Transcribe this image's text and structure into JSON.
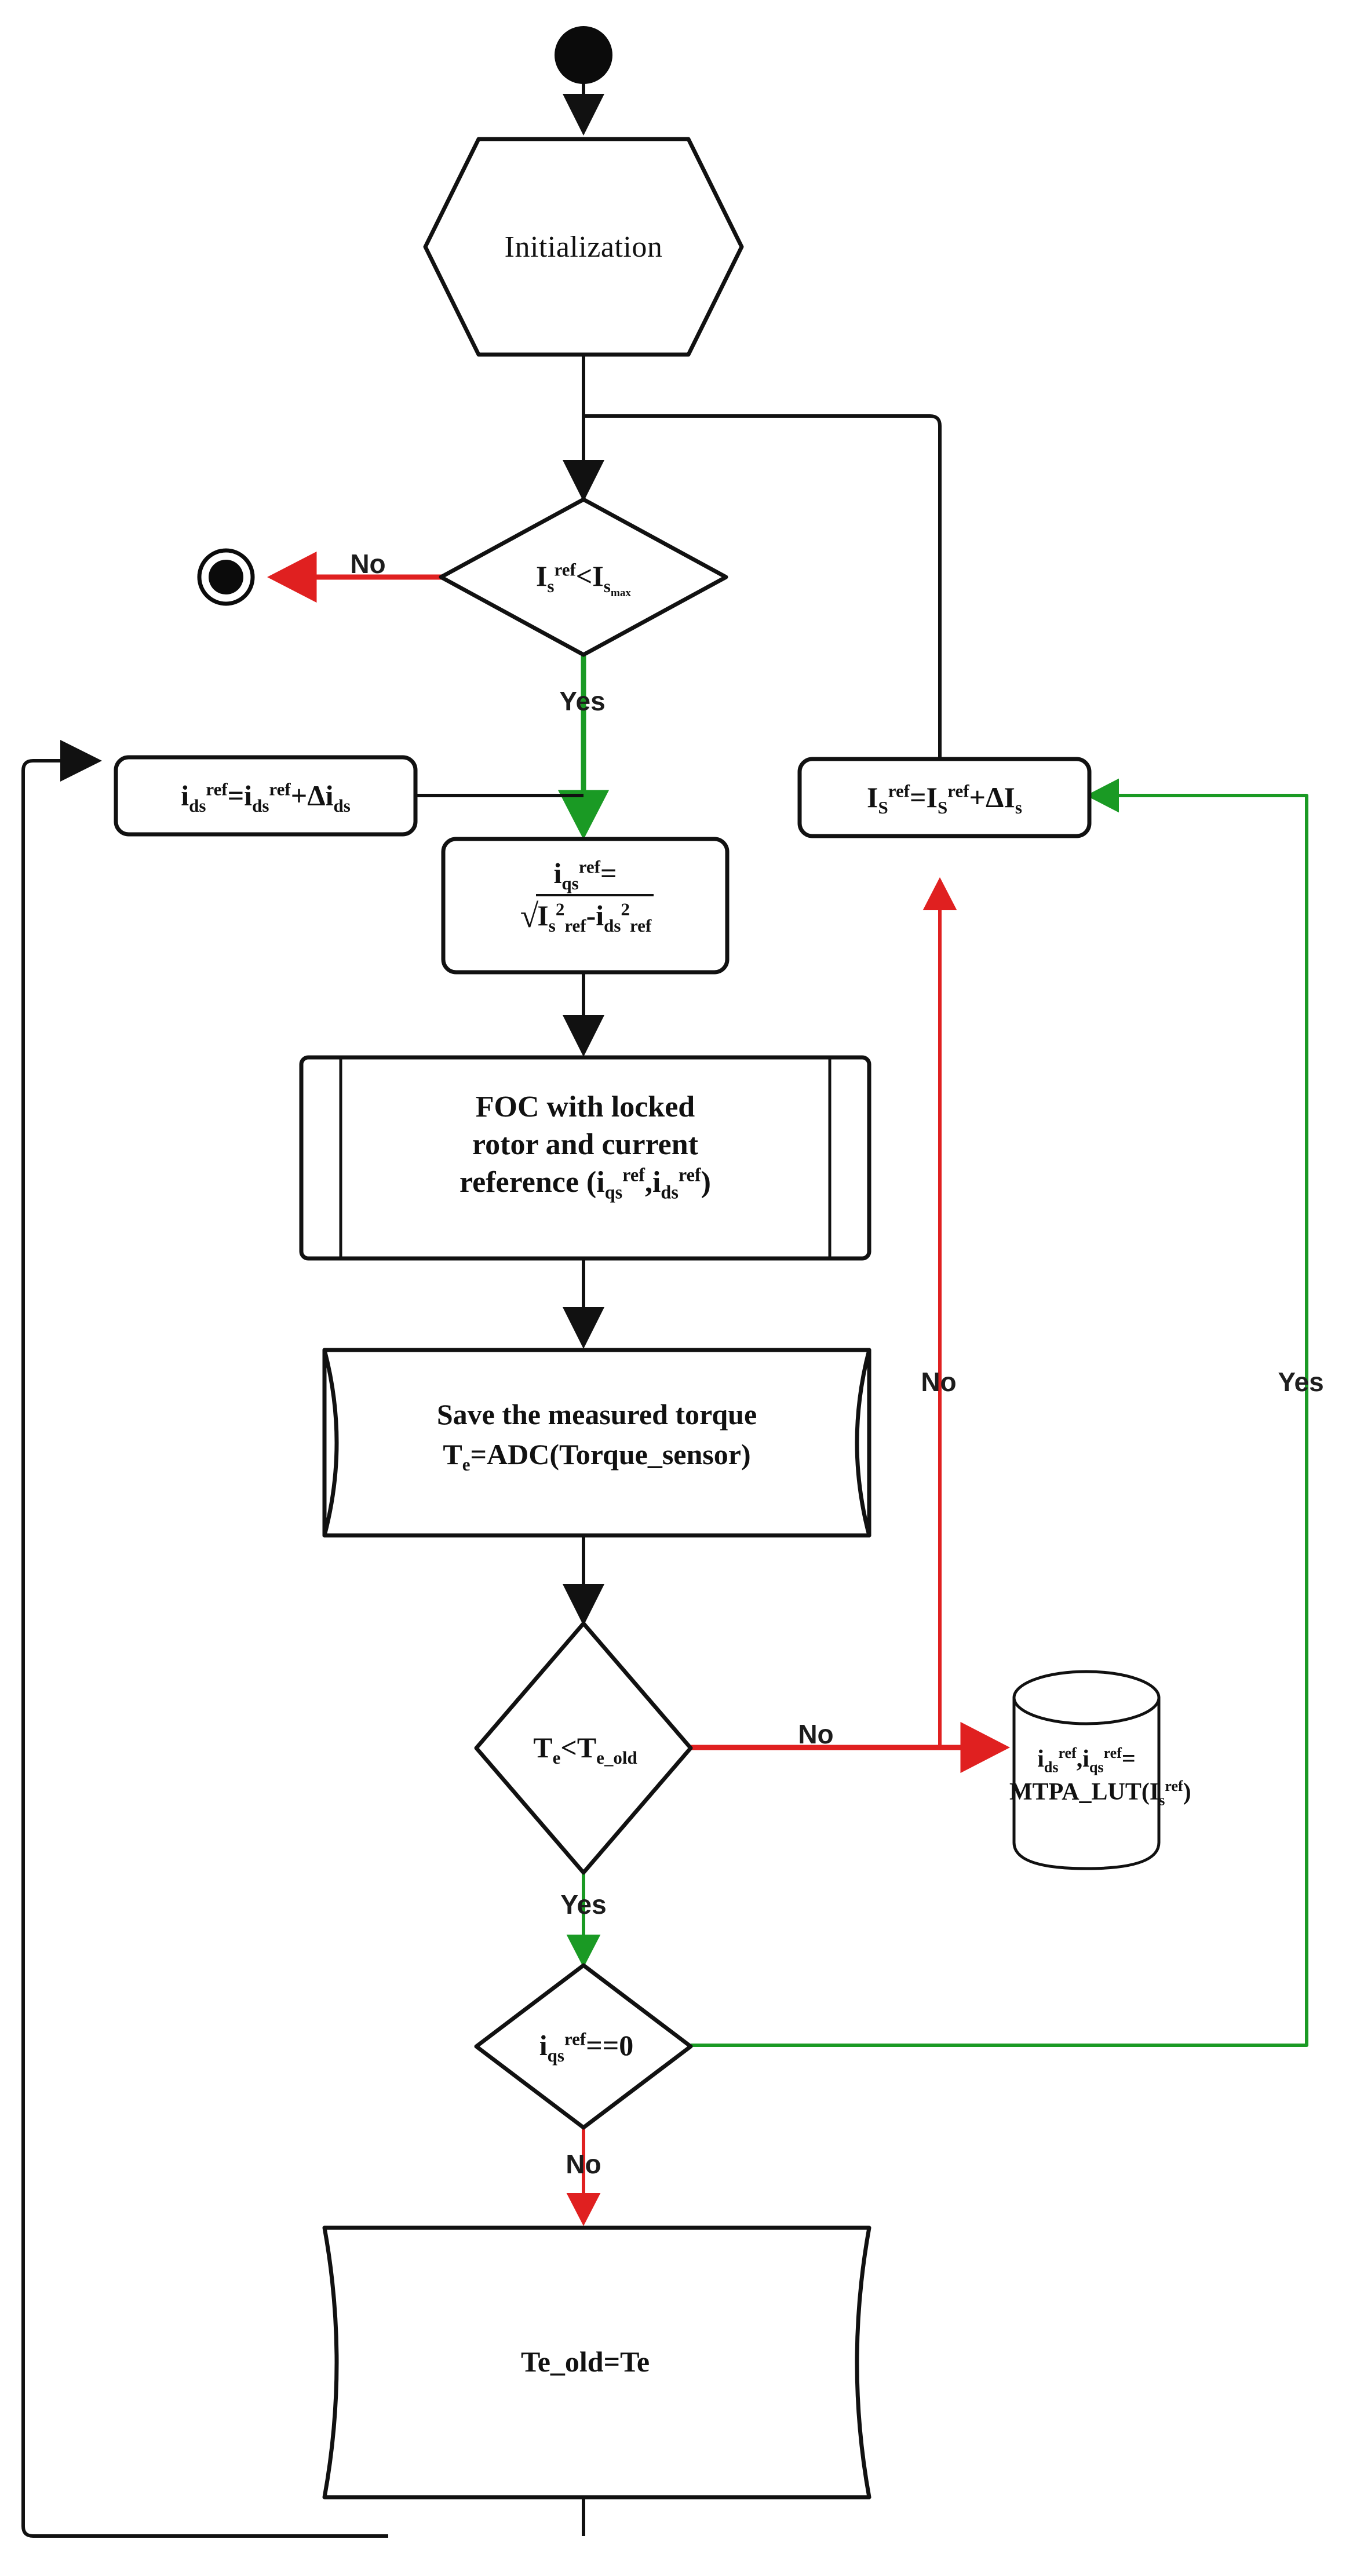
{
  "diagram": {
    "title": "MTPA look-up-table identification flowchart",
    "type": "flowchart",
    "colors": {
      "stroke": "#111111",
      "yes_edge": "#1a9a24",
      "no_edge": "#e02020",
      "node_fill": "#ffffff",
      "terminal_fill": "#0b0b0b"
    }
  },
  "nodes": {
    "start": {
      "shape": "filled-circle",
      "label": ""
    },
    "initialization": {
      "shape": "hexagon",
      "label": "Initialization"
    },
    "check_is_max": {
      "shape": "diamond",
      "label_html": "I<sub>s</sub><sup>ref</sup>&lt;I<sub>s<sub>max</sub></sub>",
      "label_plain": "Is^ref<Is_max"
    },
    "end": {
      "shape": "ring-circle",
      "label": ""
    },
    "inc_ids": {
      "shape": "rounded-rect",
      "label_html": "i<sub>ds</sub><sup>ref</sup>=i<sub>ds</sub><sup>ref</sup>+&#916;i<sub>ds</sub>",
      "label_plain": "ids^ref=ids^ref+Δids"
    },
    "inc_is": {
      "shape": "rounded-rect",
      "label_html": "I<sub>S</sub><sup>ref</sup>=I<sub>S</sub><sup>ref</sup>+&#916;I<sub>s</sub>",
      "label_plain": "Is^ref=Is^ref+ΔIs"
    },
    "calc_iqs": {
      "shape": "rounded-rect",
      "line1_html": "i<sub>qs</sub><sup>ref</sup>=",
      "line2_html": "&#8730;<span class=\"rad\">I<sub>s</sub><sup>2</sup><sub>ref</sub>-i<sub>ds</sub><sup>2</sup><sub>ref</sub></span>",
      "label_plain": "iqs^ref = sqrt(Is^2_ref - ids^2_ref)"
    },
    "foc": {
      "shape": "subroutine",
      "lines": [
        "FOC with locked",
        "rotor and current"
      ],
      "line3_html": "reference (i<sub>qs</sub><sup>ref</sup>,i<sub>ds</sub><sup>ref</sup>)",
      "label_plain": "FOC with locked rotor and current reference (iqs^ref,ids^ref)"
    },
    "save_torque": {
      "shape": "tape",
      "line1": "Save the measured torque",
      "line2_html": "T<sub>e</sub>=ADC(Torque_sensor)",
      "label_plain": "Save the measured torque Te=ADC(Torque_sensor)"
    },
    "check_te": {
      "shape": "diamond",
      "label_html": "T<sub>e</sub>&lt;T<sub>e_old</sub>",
      "label_plain": "Te<Te_old"
    },
    "mtpa_lut": {
      "shape": "cylinder",
      "line1_html": "i<sub>ds</sub><sup>ref</sup>,i<sub>qs</sub><sup>ref</sup>=",
      "line2_html": "MTPA_LUT(I<sub>s</sub><sup>ref</sup>)",
      "label_plain": "ids^ref,iqs^ref = MTPA_LUT(Is^ref)"
    },
    "check_iqs_zero": {
      "shape": "diamond",
      "label_html": "i<sub>qs</sub><sup>ref</sup>==0",
      "label_plain": "iqs^ref==0"
    },
    "store_te_old": {
      "shape": "tape",
      "label": "Te_old=Te"
    }
  },
  "edge_labels": {
    "no_to_end": "No",
    "yes_to_calc": "Yes",
    "no_te_to_lut": "No",
    "no_vertical_to_inc_is": "No",
    "yes_vertical_to_inc_is": "Yes",
    "yes_te_to_iqs_check": "Yes",
    "no_iqs_to_store": "No"
  }
}
